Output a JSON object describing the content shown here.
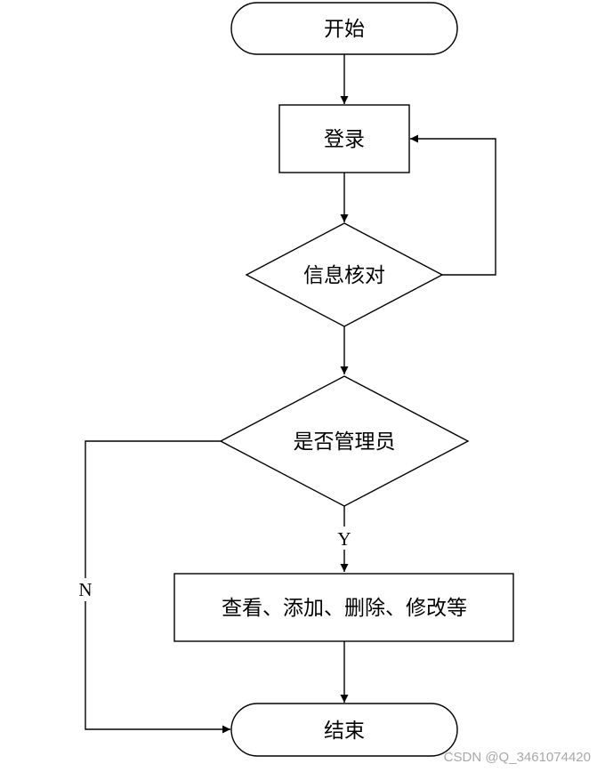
{
  "flowchart": {
    "start": "开始",
    "login": "登录",
    "verify": "信息核对",
    "is_admin": "是否管理员",
    "actions": "查看、添加、删除、修改等",
    "end": "结束",
    "yes_label": "Y",
    "no_label": "N"
  },
  "watermark": "CSDN @Q_3461074420"
}
